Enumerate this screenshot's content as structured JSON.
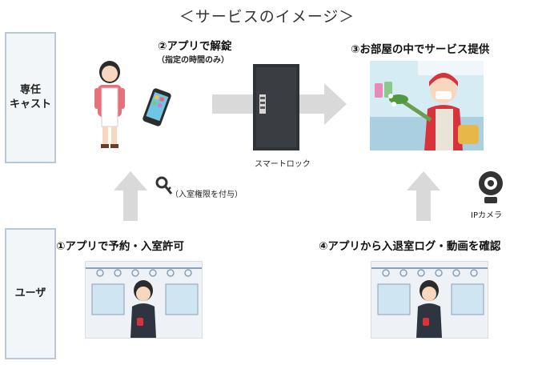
{
  "title": "＜サービスのイメージ＞",
  "roles": {
    "cast_line1": "専任",
    "cast_line2": "キャスト",
    "user": "ユーザ"
  },
  "steps": {
    "unlock": "②アプリで解錠",
    "unlock_sub": "（指定の時間のみ）",
    "service": "③お部屋の中でサービス提供",
    "reserve": "①アプリで予約・入室許可",
    "confirm": "④アプリから入退室ログ・動画を確認"
  },
  "labels": {
    "key": "（入室権限を付与）",
    "smartlock": "スマートロック",
    "camera": "IPカメラ"
  },
  "icons": [
    "woman-icon",
    "smartphone-icon",
    "key-icon",
    "smart-lock-icon",
    "ip-camera-icon",
    "cleaning-staff-icon",
    "train-passenger-icon"
  ],
  "colors": {
    "arrow": "#d9d9d9",
    "role_border": "#b8c8d8",
    "role_bg": "#f3f6f9"
  }
}
